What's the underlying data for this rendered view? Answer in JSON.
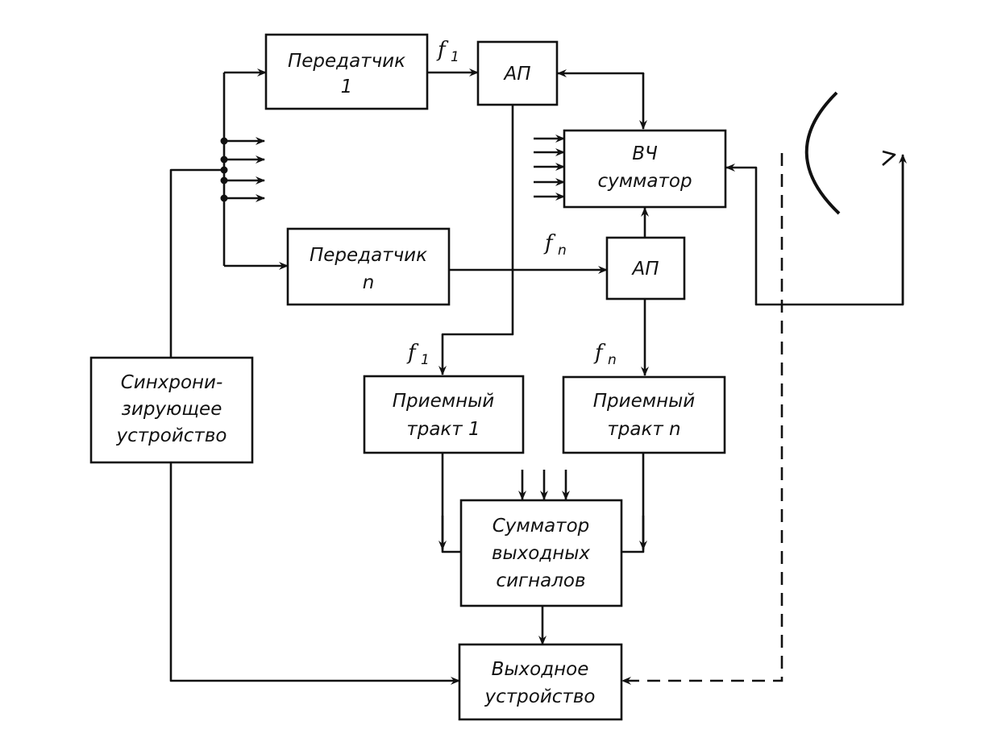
{
  "diagram": {
    "type": "block-diagram",
    "blocks": {
      "tx1": {
        "lines": [
          "Передатчик",
          "1"
        ]
      },
      "txn": {
        "lines": [
          "Передатчик",
          "n"
        ]
      },
      "ap1": {
        "lines": [
          "АП"
        ]
      },
      "apn": {
        "lines": [
          "АП"
        ]
      },
      "hf_combiner": {
        "lines": [
          "ВЧ",
          "сумматор"
        ]
      },
      "sync": {
        "lines": [
          "Синхрони-",
          "зирующее",
          "устройство"
        ]
      },
      "rx1": {
        "lines": [
          "Приемный",
          "тракт 1"
        ]
      },
      "rxn": {
        "lines": [
          "Приемный",
          "тракт n"
        ]
      },
      "out_combiner": {
        "lines": [
          "Сумматор",
          "выходных",
          "сигналов"
        ]
      },
      "output": {
        "lines": [
          "Выходное",
          "устройство"
        ]
      }
    },
    "freq_labels": {
      "f1_tx": {
        "base": "f",
        "sub": "1"
      },
      "fn_tx": {
        "base": "f",
        "sub": "n"
      },
      "f1_rx": {
        "base": "f",
        "sub": "1"
      },
      "fn_rx": {
        "base": "f",
        "sub": "n"
      }
    },
    "connections": [
      {
        "from": "sync",
        "to": "tx1",
        "style": "solid"
      },
      {
        "from": "sync",
        "to": "txn",
        "style": "solid"
      },
      {
        "from": "sync",
        "to": "additional transmitters (4 branches)",
        "style": "solid"
      },
      {
        "from": "tx1",
        "to": "ap1",
        "label": "f1",
        "style": "solid"
      },
      {
        "from": "txn",
        "to": "apn",
        "label": "fn",
        "style": "solid"
      },
      {
        "from": "hf_combiner",
        "to": "ap1",
        "style": "solid"
      },
      {
        "from": "ap1",
        "to": "hf_combiner",
        "style": "solid"
      },
      {
        "from": "apn",
        "to": "hf_combiner",
        "style": "solid"
      },
      {
        "from": "other channels (5 inputs)",
        "to": "hf_combiner",
        "style": "solid"
      },
      {
        "from": "antenna",
        "to": "hf_combiner",
        "style": "solid"
      },
      {
        "from": "ap1",
        "to": "rx1",
        "label": "f1",
        "style": "solid"
      },
      {
        "from": "apn",
        "to": "rxn",
        "label": "fn",
        "style": "solid"
      },
      {
        "from": "rx1",
        "to": "out_combiner",
        "style": "solid"
      },
      {
        "from": "rxn",
        "to": "out_combiner",
        "style": "solid"
      },
      {
        "from": "other receivers (3 inputs)",
        "to": "out_combiner",
        "style": "solid"
      },
      {
        "from": "out_combiner",
        "to": "output",
        "style": "solid"
      },
      {
        "from": "sync",
        "to": "output",
        "style": "solid"
      },
      {
        "from": "antenna",
        "to": "output",
        "style": "dashed"
      }
    ]
  }
}
